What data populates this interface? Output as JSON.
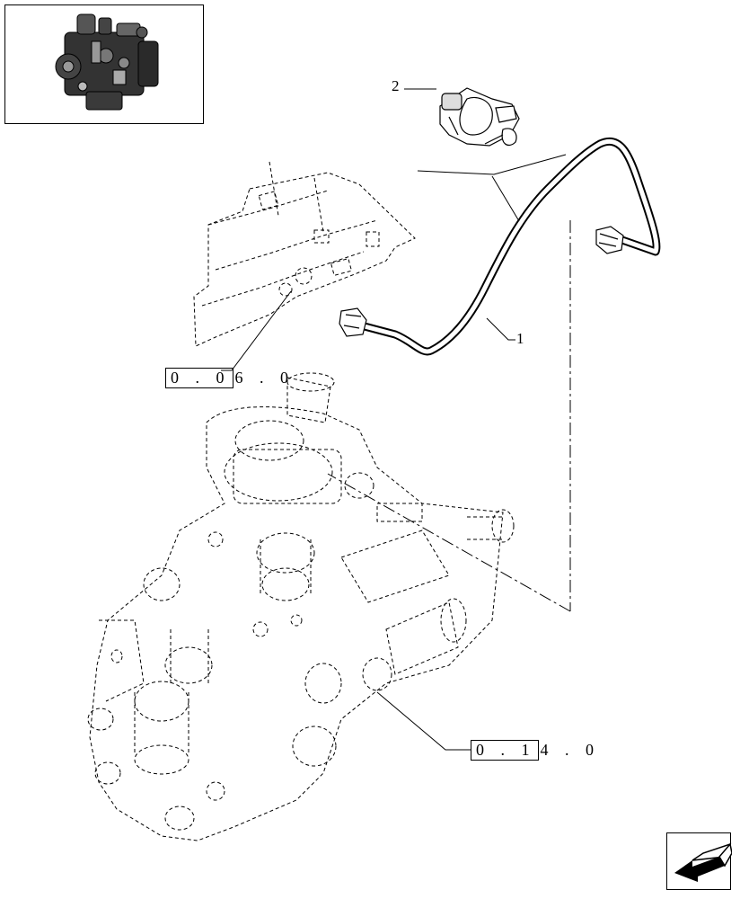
{
  "thumbnail": {
    "icon": "engine-thumbnail-icon"
  },
  "callouts": {
    "item_1": "1",
    "item_2": "2"
  },
  "references": {
    "ref_top": {
      "boxed": "0 . 0",
      "rest": "6 . 0"
    },
    "ref_bottom": {
      "boxed": "0 . 1",
      "rest": "4 . 0"
    }
  },
  "navigation": {
    "icon": "arrow-left-icon"
  }
}
